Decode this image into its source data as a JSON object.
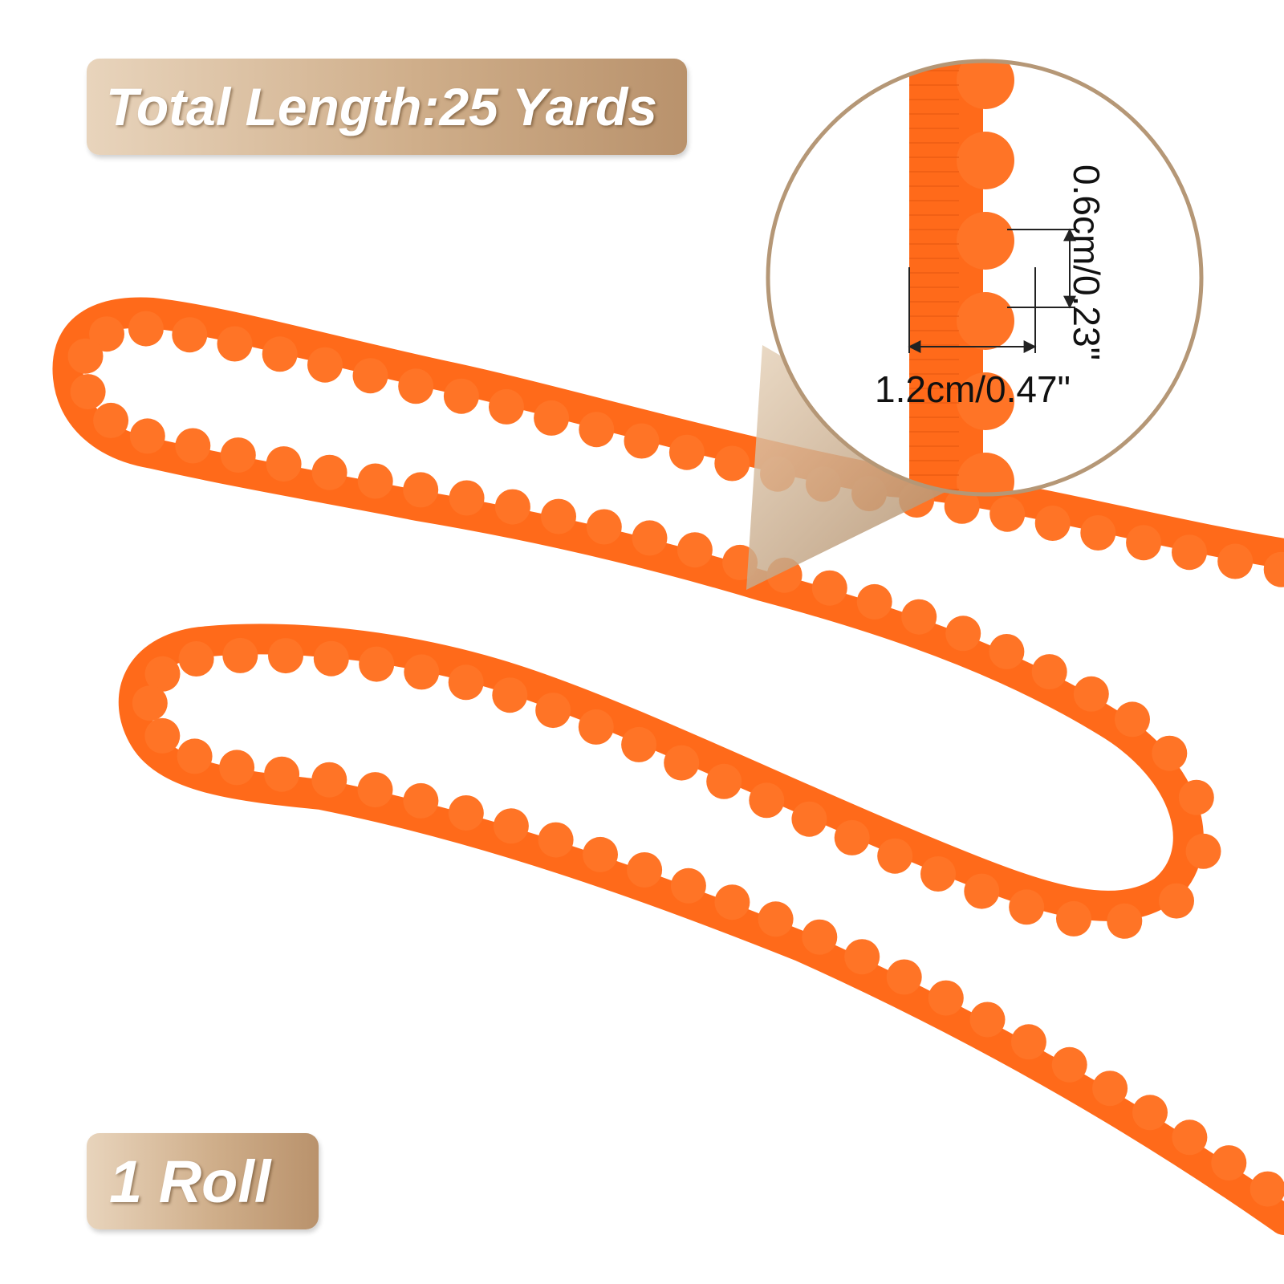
{
  "badges": {
    "total_length": "Total Length:25 Yards",
    "quantity": "1 Roll"
  },
  "dimensions": {
    "width_label": "1.2cm/0.47\"",
    "height_label": "0.6cm/0.23\""
  },
  "colors": {
    "trim": "#ff6a1a",
    "trim_pompom": "#ff7426",
    "badge": "#cfae8a",
    "magnifier_ring": "#b59776"
  }
}
